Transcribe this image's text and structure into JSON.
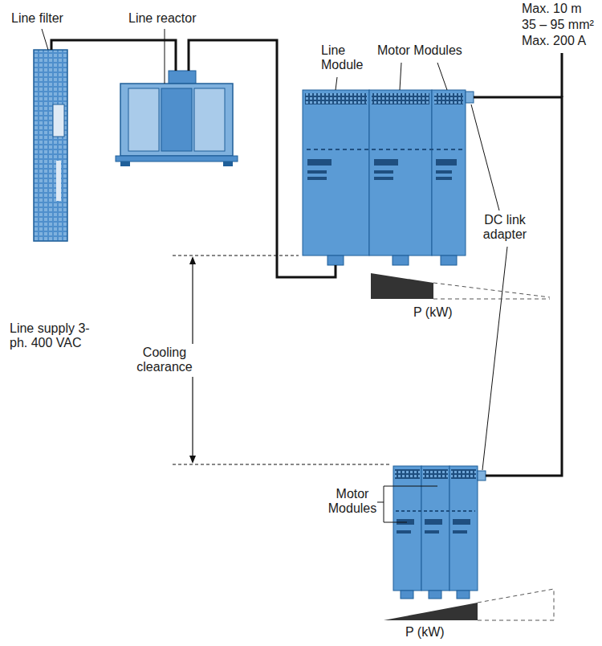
{
  "diagram": {
    "labels": [
      "Max. 10 m",
      "35 – 95 mm²",
      "Max. 200 A",
      "Line filter",
      "Line reactor",
      "Line Module",
      "Motor Modules",
      "DC link adapter",
      "Line supply 3-ph. 400 VAC",
      "Cooling clearance",
      "P (kW)",
      "Motor Modules",
      "P (kW)"
    ]
  }
}
